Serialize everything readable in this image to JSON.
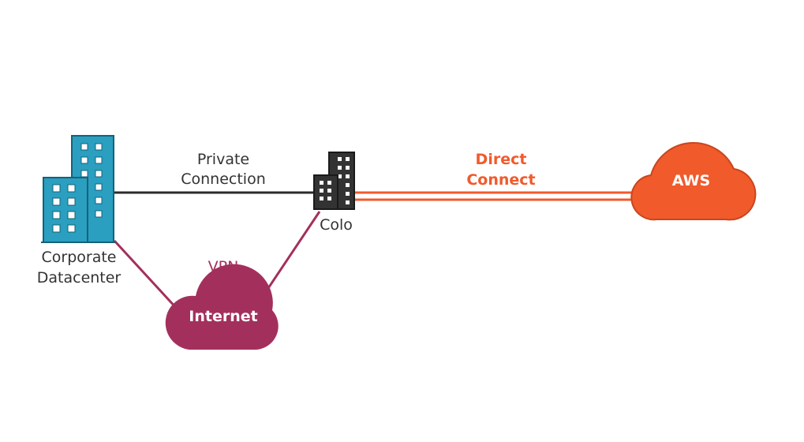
{
  "colors": {
    "corporate_building": "#2a9fbf",
    "corporate_outline": "#17617a",
    "colo_building": "#333333",
    "private_line": "#2b2b2b",
    "vpn": "#a3305c",
    "aws": "#f15a2b",
    "aws_outline": "#c8461e",
    "dark_text": "#333333",
    "white_text": "#ffffff"
  },
  "nodes": {
    "corporate": {
      "icon": "office-buildings-icon",
      "label_line1": "Corporate",
      "label_line2": "Datacenter"
    },
    "colo": {
      "icon": "colo-buildings-icon",
      "label": "Colo"
    },
    "internet": {
      "icon": "cloud-icon",
      "label": "Internet"
    },
    "aws": {
      "icon": "cloud-icon",
      "label": "AWS"
    }
  },
  "links": {
    "private": {
      "label_line1": "Private",
      "label_line2": "Connection"
    },
    "direct": {
      "label_line1": "Direct",
      "label_line2": "Connect"
    },
    "vpn": {
      "label": "VPN"
    }
  }
}
